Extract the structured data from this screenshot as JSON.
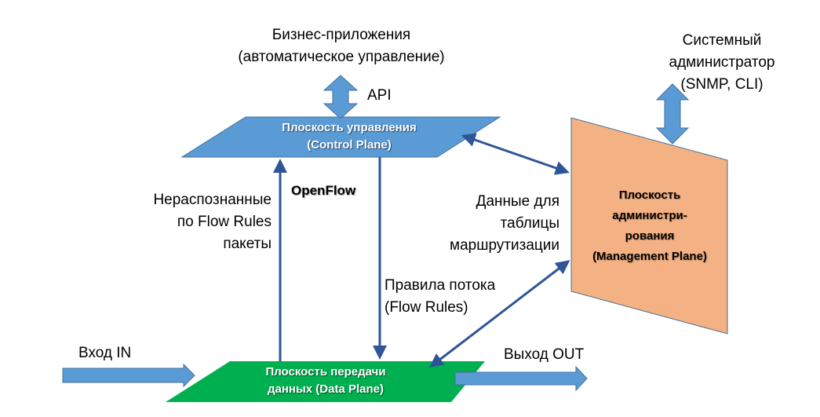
{
  "colors": {
    "control_plane": "#5B9BD5",
    "data_plane": "#00B050",
    "management_plane": "#F4B183",
    "io_arrow": "#5B9BD5",
    "connector": "#2F5597"
  },
  "labels": {
    "business_apps": [
      "Бизнес-приложения",
      "(автоматическое управление)"
    ],
    "api": "API",
    "sysadmin": [
      "Системный",
      "администратор",
      "(SNMP, CLI)"
    ],
    "control_plane": [
      "Плоскость управления",
      "(Control Plane)"
    ],
    "management_plane": [
      "Плоскость",
      "администри-",
      "рования",
      "(Management Plane)"
    ],
    "data_plane": [
      "Плоскость передачи",
      "данных (Data Plane)"
    ],
    "openflow": "OpenFlow",
    "unrecognized": [
      "Нераспознанные",
      "по Flow Rules",
      "пакеты"
    ],
    "routing_data": [
      "Данные для",
      "таблицы",
      "маршрутизации"
    ],
    "flow_rules": [
      "Правила потока",
      "(Flow Rules)"
    ],
    "input": "Вход IN",
    "output": "Выход OUT"
  }
}
